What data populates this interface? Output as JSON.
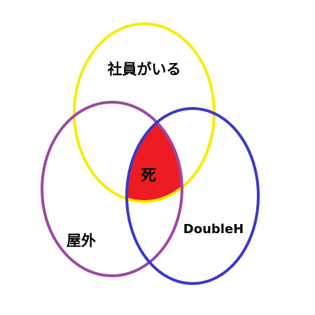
{
  "diagram": {
    "sets": [
      {
        "label": "社員がいる",
        "color": "#f5ee00"
      },
      {
        "label": "屋外",
        "color": "#9c47a5"
      },
      {
        "label": "DoubleH",
        "color": "#3a38c8"
      }
    ],
    "intersection": {
      "label": "死",
      "fill": "#ed1c24",
      "label_color": "#ffffff"
    }
  }
}
